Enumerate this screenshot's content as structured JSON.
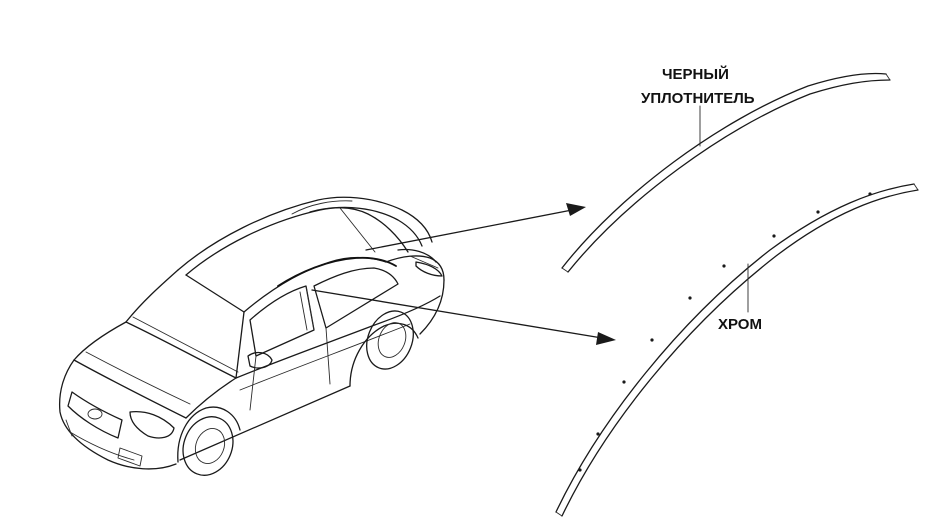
{
  "labels": {
    "black_seal_line1": "ЧЕРНЫЙ",
    "black_seal_line2": "УПЛОТНИТЕЛЬ",
    "chrome": "ХРОМ"
  },
  "colors": {
    "line": "#1a1a1a",
    "background": "#ffffff"
  }
}
